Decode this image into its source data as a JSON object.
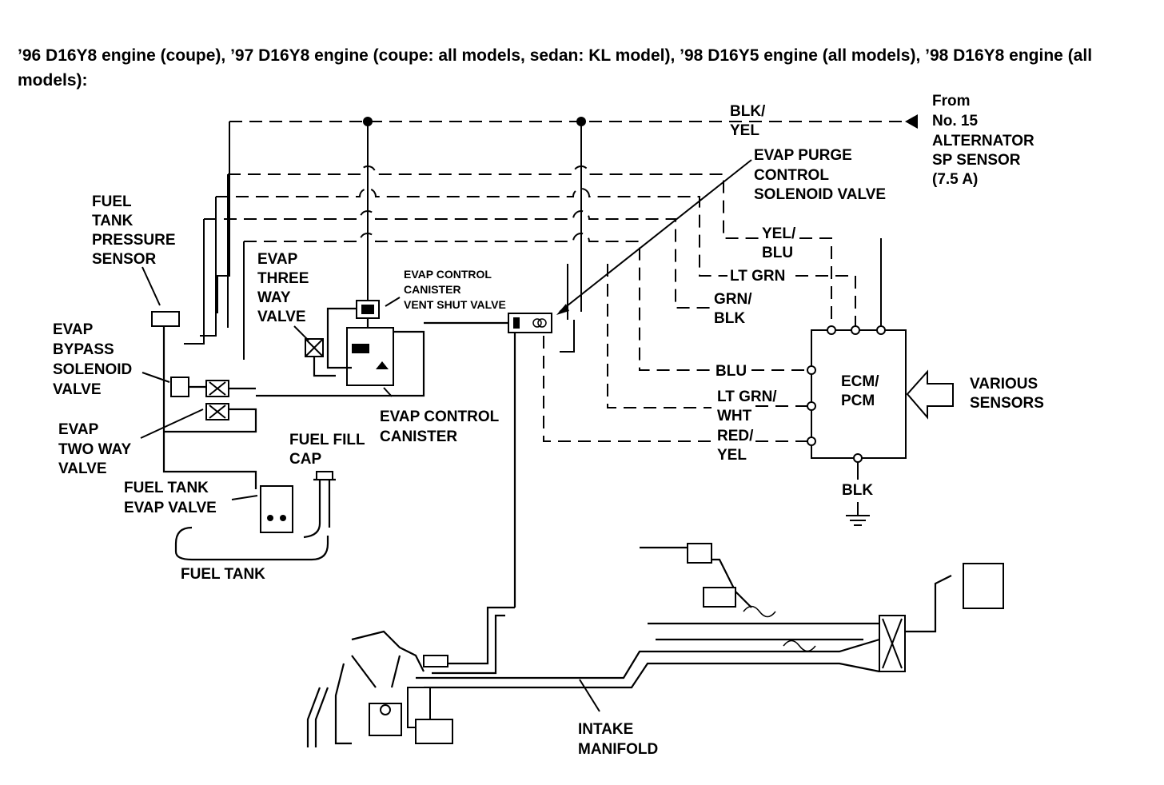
{
  "title": "’96 D16Y8 engine (coupe), ’97 D16Y8 engine (coupe: all models, sedan: KL model), ’98 D16Y5 engine (all models), ’98 D16Y8 engine (all models):",
  "labels": {
    "from_line1": "From",
    "from_line2": "No. 15",
    "from_line3": "ALTERNATOR",
    "from_line4": "SP SENSOR",
    "from_line5": "(7.5 A)",
    "blk_yel_1": "BLK/",
    "blk_yel_2": "YEL",
    "purge_1": "EVAP PURGE",
    "purge_2": "CONTROL",
    "purge_3": "SOLENOID VALVE",
    "yel_blu_1": "YEL/",
    "yel_blu_2": "BLU",
    "lt_grn": "LT GRN",
    "grn_blk_1": "GRN/",
    "grn_blk_2": "BLK",
    "blu": "BLU",
    "lt_grn_wht_1": "LT GRN/",
    "lt_grn_wht_2": "WHT",
    "red_yel_1": "RED/",
    "red_yel_2": "YEL",
    "ecm_1": "ECM/",
    "ecm_2": "PCM",
    "various_1": "VARIOUS",
    "various_2": "SENSORS",
    "blk": "BLK",
    "ftps_1": "FUEL",
    "ftps_2": "TANK",
    "ftps_3": "PRESSURE",
    "ftps_4": "SENSOR",
    "three_way_1": "EVAP",
    "three_way_2": "THREE",
    "three_way_3": "WAY",
    "three_way_4": "VALVE",
    "vent_1": "EVAP CONTROL",
    "vent_2": "CANISTER",
    "vent_3": "VENT SHUT VALVE",
    "bypass_1": "EVAP",
    "bypass_2": "BYPASS",
    "bypass_3": "SOLENOID",
    "bypass_4": "VALVE",
    "two_way_1": "EVAP",
    "two_way_2": "TWO WAY",
    "two_way_3": "VALVE",
    "canister_1": "EVAP CONTROL",
    "canister_2": "CANISTER",
    "fill_cap_1": "FUEL FILL",
    "fill_cap_2": "CAP",
    "tank_evap_1": "FUEL TANK",
    "tank_evap_2": "EVAP VALVE",
    "fuel_tank": "FUEL TANK",
    "intake_1": "INTAKE",
    "intake_2": "MANIFOLD"
  }
}
